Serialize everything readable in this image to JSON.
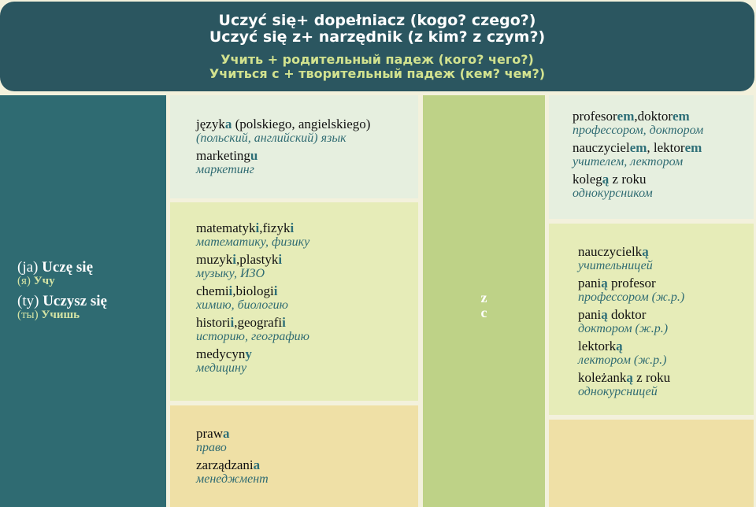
{
  "header": {
    "line1": "Uczyć się+ dopełniacz (kogo? czego?)",
    "line2": "Uczyć się z+ narzędnik (z kim? z czym?)",
    "line3": "Учить + родительный падеж (кого? чего?)",
    "line4": "Учиться с + творительный падеж (кем? чем?)"
  },
  "left": {
    "ja_pron": "(ja)",
    "ja_verb": "Uczę się",
    "ja_ru_pron": "(я)",
    "ja_ru_verb": "Учу",
    "ty_pron": "(ty)",
    "ty_verb": "Uczysz się",
    "ty_ru_pron": "(ты)",
    "ty_ru_verb": "Учишь"
  },
  "box1": [
    {
      "stem": "język",
      "end": "a",
      "rest": " (polskiego, angielskiego)",
      "tr": "(польский, английский) язык"
    },
    {
      "stem": "marketing",
      "end": "u",
      "rest": "",
      "tr": "маркетинг"
    }
  ],
  "box2": [
    {
      "s1": "matematyk",
      "e1": "i",
      "s2": ",fizyk",
      "e2": "i",
      "tr": "математику, физику"
    },
    {
      "s1": "muzyk",
      "e1": "i",
      "s2": ",plastyk",
      "e2": "i",
      "tr": "музыку, ИЗО"
    },
    {
      "s1": "chemi",
      "e1": "i",
      "s2": ",biologi",
      "e2": "i",
      "tr": "химию, биологию"
    },
    {
      "s1": "histori",
      "e1": "i",
      "s2": ",geografi",
      "e2": "i",
      "tr": "историю, географию"
    },
    {
      "s1": "medycyn",
      "e1": "y",
      "s2": "",
      "e2": "",
      "tr": "медицину"
    }
  ],
  "box3": [
    {
      "stem": "praw",
      "end": "a",
      "tr": "право"
    },
    {
      "stem": "zarządzani",
      "end": "a",
      "tr": "менеджмент"
    }
  ],
  "middle": {
    "z": "z",
    "c": "с"
  },
  "box4": [
    {
      "s1": "profesor",
      "e1": "em",
      "s2": ",doktor",
      "e2": "em",
      "tr": "профессором, доктором"
    },
    {
      "s1": "nauczyciel",
      "e1": "em",
      "s2": ", lektor",
      "e2": "em",
      "tr": "учителем, лектором"
    },
    {
      "s1": "koleg",
      "e1": "ą",
      "s2": " z roku",
      "e2": "",
      "tr": "однокурсником"
    }
  ],
  "box5": [
    {
      "stem": "nauczycielk",
      "end": "ą",
      "rest": "",
      "tr": "учительницей"
    },
    {
      "stem": "pani",
      "end": "ą",
      "rest": " profesor",
      "tr": "профессором (ж.р.)"
    },
    {
      "stem": "pani",
      "end": "ą",
      "rest": " doktor",
      "tr": "доктором (ж.р.)"
    },
    {
      "stem": "lektork",
      "end": "ą",
      "rest": "",
      "tr": "лектором (ж.р.)"
    },
    {
      "stem": "koleżank",
      "end": "ą",
      "rest": " z roku",
      "tr": "однокурсницей"
    }
  ]
}
